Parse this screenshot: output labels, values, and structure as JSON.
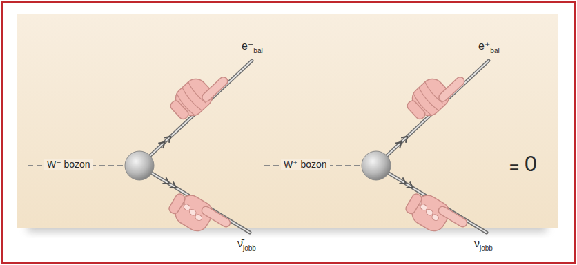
{
  "diagram": {
    "labels": [
      "W⁻ bozon",
      "e⁻",
      "bal",
      "ν̄",
      "jobb",
      "≠",
      "W⁺ bozon",
      "e⁺",
      "bal",
      "ν",
      "jobb",
      "=",
      "0"
    ]
  }
}
